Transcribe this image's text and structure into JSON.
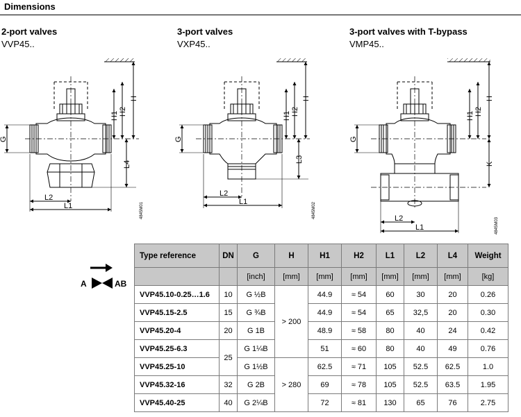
{
  "section": {
    "title": "Dimensions"
  },
  "variants": [
    {
      "title": "2-port valves",
      "model": "VVP45..",
      "drawing_code": "4845M01"
    },
    {
      "title": "3-port valves",
      "model": "VXP45..",
      "drawing_code": "4845M02"
    },
    {
      "title": "3-port valves with T-bypass",
      "model": "VMP45..",
      "drawing_code": "4845M03"
    }
  ],
  "dimension_labels": {
    "H": "H",
    "H1": "H1",
    "H2": "H2",
    "G": "G",
    "L1": "L1",
    "L2": "L2",
    "L3": "L3",
    "L4": "L4",
    "K": "K"
  },
  "flow": {
    "port_a": "A",
    "port_ab": "AB"
  },
  "table": {
    "headers": [
      "Type reference",
      "DN",
      "G",
      "H",
      "H1",
      "H2",
      "L1",
      "L2",
      "L4",
      "Weight"
    ],
    "units": [
      "",
      "",
      "[inch]",
      "[mm]",
      "[mm]",
      "[mm]",
      "[mm]",
      "[mm]",
      "[mm]",
      "[kg]"
    ],
    "rows": [
      {
        "ref": "VVP45.10-0.25…1.6",
        "dn": "10",
        "g": "G ½B",
        "h1": "44.9",
        "h2": "≈ 54",
        "l1": "60",
        "l2": "30",
        "l4": "20",
        "weight": "0.26"
      },
      {
        "ref": "VVP45.15-2.5",
        "dn": "15",
        "g": "G ¾B",
        "h1": "44.9",
        "h2": "≈ 54",
        "l1": "65",
        "l2": "32,5",
        "l4": "20",
        "weight": "0.30"
      },
      {
        "ref": "VVP45.20-4",
        "dn": "20",
        "g": "G 1B",
        "h1": "48.9",
        "h2": "≈ 58",
        "l1": "80",
        "l2": "40",
        "l4": "24",
        "weight": "0.42"
      },
      {
        "ref": "VVP45.25-6.3",
        "dn": "25",
        "g": "G 1¼B",
        "h1": "51",
        "h2": "≈ 60",
        "l1": "80",
        "l2": "40",
        "l4": "49",
        "weight": "0.76"
      },
      {
        "ref": "VVP45.25-10",
        "dn": "",
        "g": "G 1½B",
        "h1": "62.5",
        "h2": "≈ 71",
        "l1": "105",
        "l2": "52.5",
        "l4": "62.5",
        "weight": "1.0"
      },
      {
        "ref": "VVP45.32-16",
        "dn": "32",
        "g": "G 2B",
        "h1": "69",
        "h2": "≈ 78",
        "l1": "105",
        "l2": "52.5",
        "l4": "63.5",
        "weight": "1.95"
      },
      {
        "ref": "VVP45.40-25",
        "dn": "40",
        "g": "G 2¼B",
        "h1": "72",
        "h2": "≈ 81",
        "l1": "130",
        "l2": "65",
        "l4": "76",
        "weight": "2.75"
      }
    ],
    "h_groups": [
      "> 200",
      "> 280"
    ],
    "dn_merged": "25"
  }
}
